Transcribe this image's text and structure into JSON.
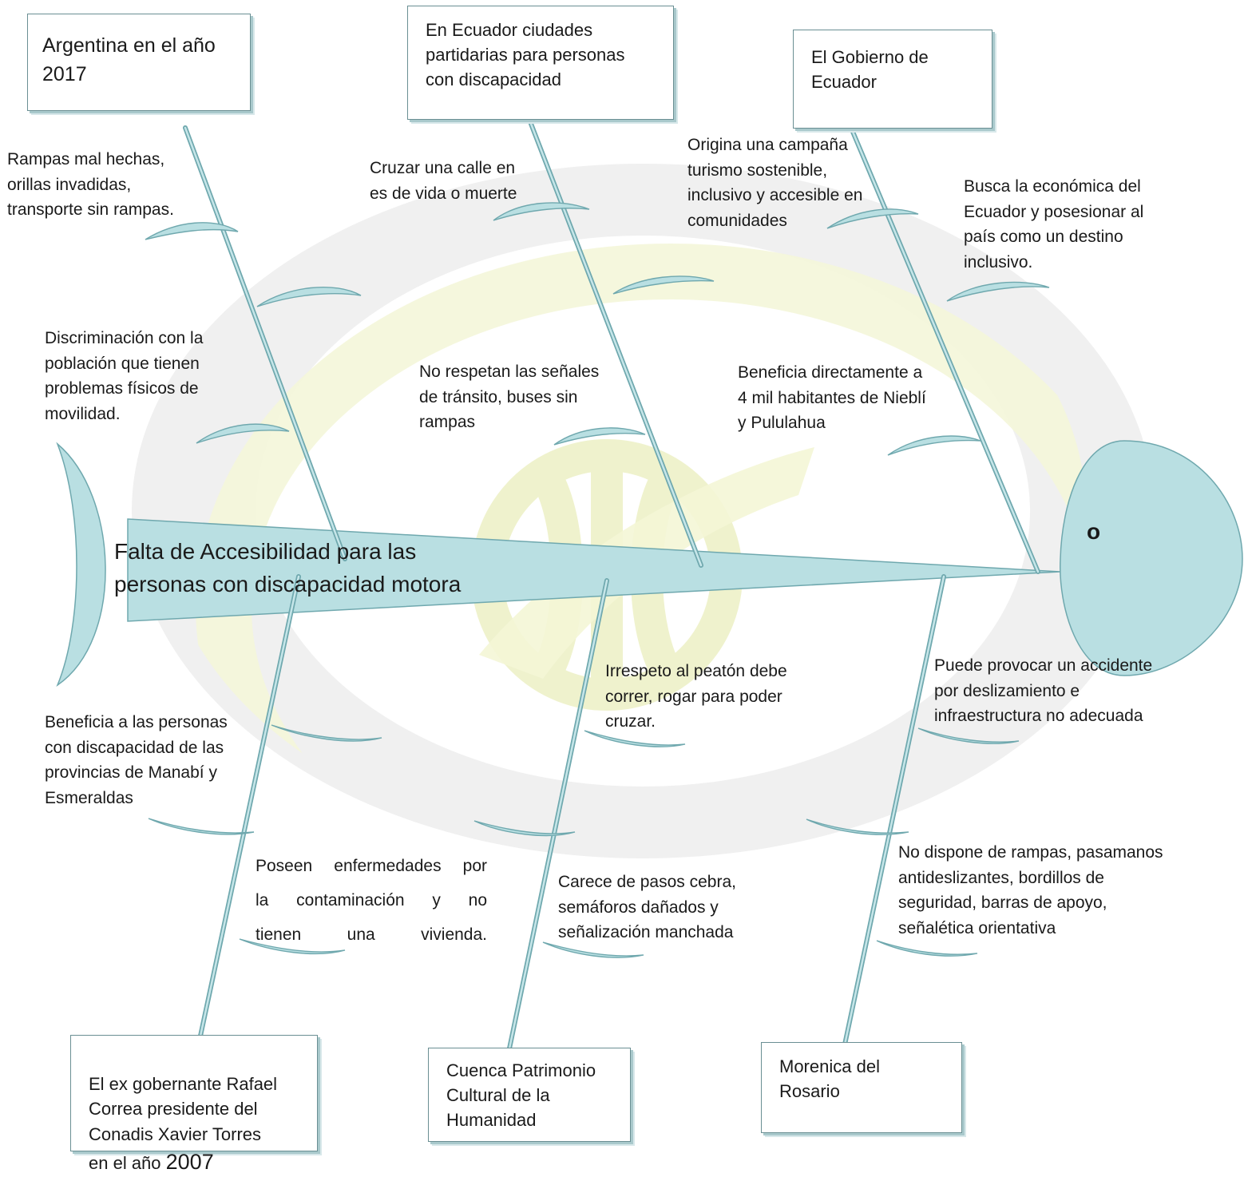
{
  "problem": "Falta de Accesibilidad para las\npersonas con discapacidad motora",
  "head_label": "o",
  "colors": {
    "fish": "#b9dfe2",
    "fish_stroke": "#6fa8ae",
    "watermark_green": "#f3f5d6",
    "watermark_gray": "#eeeeee"
  },
  "boxes": {
    "top_left": "Argentina en el año\n2017",
    "top_center": "En Ecuador ciudades\npartidarias para personas\ncon discapacidad",
    "top_right": "El Gobierno de\nEcuador",
    "bottom_left_text": "El ex gobernante Rafael\nCorrea  presidente del\nConadis Xavier Torres\nen el año ",
    "bottom_left_year": "2007",
    "bottom_center": "Cuenca Patrimonio\nCultural de la\nHumanidad",
    "bottom_right": "Morenica del\nRosario"
  },
  "labels": {
    "t1": "Rampas mal hechas,\norillas invadidas,\ntransporte sin rampas.",
    "t2": "Discriminación  con la\npoblación que tienen\nproblemas físicos de\nmovilidad.",
    "t3": "Cruzar una calle en\nes de vida o muerte",
    "t4": "No respetan las señales\nde tránsito, buses sin\nrampas",
    "t5": "Origina una campaña\nturismo sostenible,\ninclusivo y accesible en\ncomunidades",
    "t6": "Busca la económica del\nEcuador y posesionar al\npaís como un destino\ninclusivo.",
    "t7": "Beneficia directamente a\n4 mil habitantes de Nieblí\ny Pululahua",
    "b1": "Beneficia a las personas\ncon discapacidad de las\nprovincias de Manabí y\nEsmeraldas",
    "b2": "Poseen enfermedades por\nla contaminación y no\ntienen una vivienda.",
    "b3": "Irrespeto al peatón debe\ncorrer, rogar para poder\ncruzar.",
    "b4": "Carece de pasos cebra,\nsemáforos dañados y\nseñalización manchada",
    "b5": " Puede provocar un accidente\npor deslizamiento e\ninfraestructura no adecuada",
    "b6": "No dispone de rampas, pasamanos\nantideslizantes, bordillos de\nseguridad, barras de apoyo,\nseñalética orientativa"
  }
}
